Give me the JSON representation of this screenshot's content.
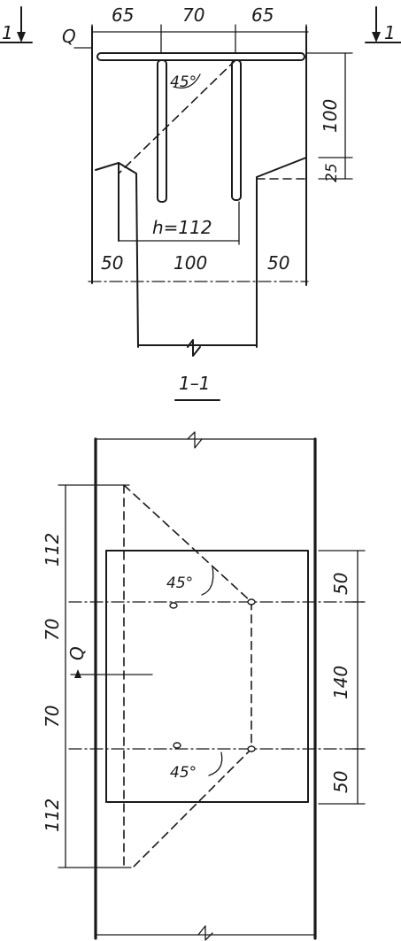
{
  "top_view": {
    "section_mark_left": "1",
    "section_mark_right": "1",
    "load_label": "Q",
    "dim_top_left": "65",
    "dim_top_mid": "70",
    "dim_top_right": "65",
    "angle_label": "45°",
    "dim_right_height": "100",
    "dim_right_small": "25",
    "weld_label": "h=112",
    "dim_bottom_left": "50",
    "dim_bottom_mid": "100",
    "dim_bottom_right": "50"
  },
  "section_title": "1–1",
  "bottom_view": {
    "dim_left_top": "112",
    "dim_left_mid_top": "70",
    "load_label": "Q",
    "dim_left_mid_bottom": "70",
    "dim_left_bottom": "112",
    "angle_label_top": "45°",
    "angle_label_bottom": "45°",
    "dim_right_top": "50",
    "dim_right_mid": "140",
    "dim_right_bottom": "50"
  }
}
